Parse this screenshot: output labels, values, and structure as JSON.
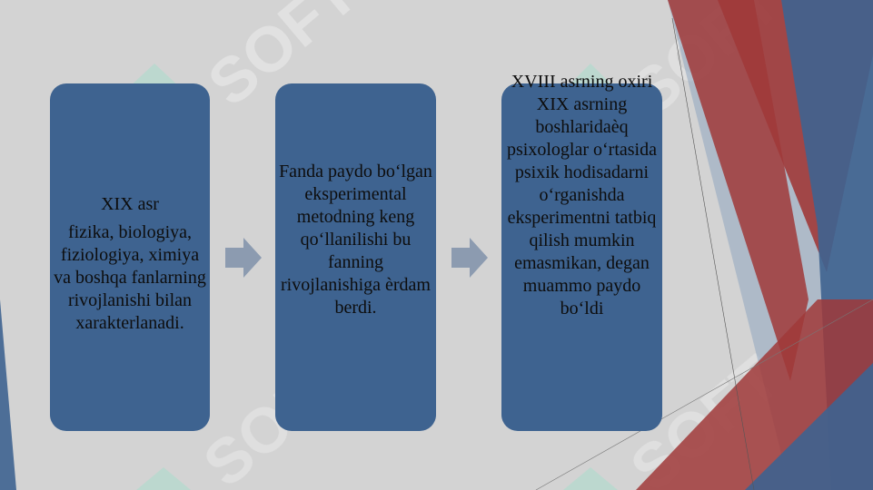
{
  "diagram": {
    "steps": [
      {
        "line1": "XIX asr",
        "line2": "fizika, biologiya, fiziologiya, ximiya va boshqa fanlarning rivojlanishi bilan xarakterlanadi."
      },
      {
        "text": "Fanda paydo bo‘lgan eksperimental metodning keng qo‘llanilishi bu fanning rivojlanishiga èrdam berdi."
      },
      {
        "text": "XVIII asrning oxiri XIX asrning boshlaridaèq psixologlar o‘rtasida psixik hodisadarni o‘rganishda eksperimentni tatbiq qilish mumkin emasmikan, degan muammo paydo bo‘ldi"
      }
    ]
  },
  "colors": {
    "background": "#d3d3d3",
    "box": "#3e6390",
    "arrow": "#8c9bb0",
    "accent_red": "#a03a3a",
    "accent_blue": "#3e6390"
  },
  "icons": {
    "arrows": [
      "right-arrow-icon",
      "right-arrow-icon"
    ]
  },
  "watermark": "SOFT"
}
